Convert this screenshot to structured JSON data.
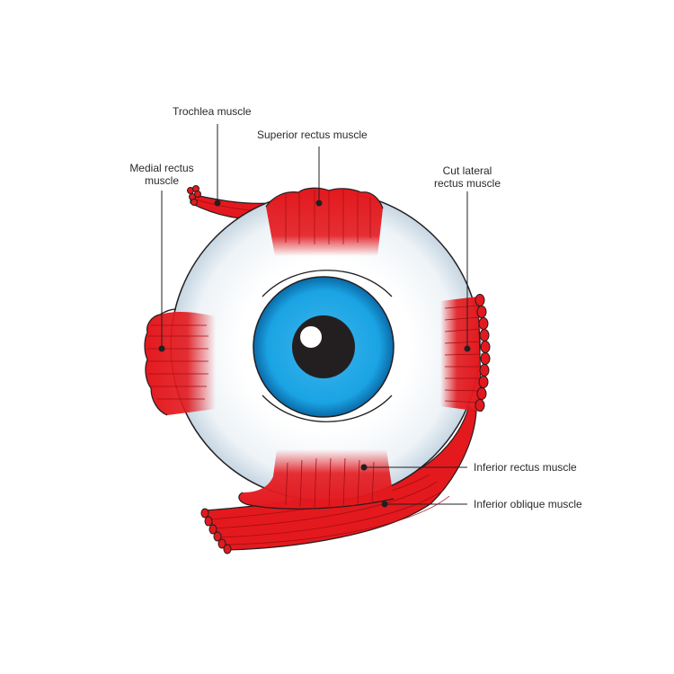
{
  "labels": {
    "trochlea": "Trochlea muscle",
    "superior_rectus": "Superior rectus muscle",
    "medial_rectus_line1": "Medial rectus",
    "medial_rectus_line2": "muscle",
    "lateral_rectus_line1": "Cut lateral",
    "lateral_rectus_line2": "rectus muscle",
    "inferior_rectus": "Inferior rectus muscle",
    "inferior_oblique": "Inferior oblique muscle"
  },
  "colors": {
    "muscle": "#e3191e",
    "muscle_dark": "#a50d12",
    "muscle_light": "#f0585b",
    "sclera": "#eef3f7",
    "sclera_edge": "#b9c9d6",
    "iris": "#1aa3e3",
    "iris_dark": "#0b6aa8",
    "pupil": "#231f20",
    "outline": "#231f20",
    "leader": "#231f20"
  }
}
